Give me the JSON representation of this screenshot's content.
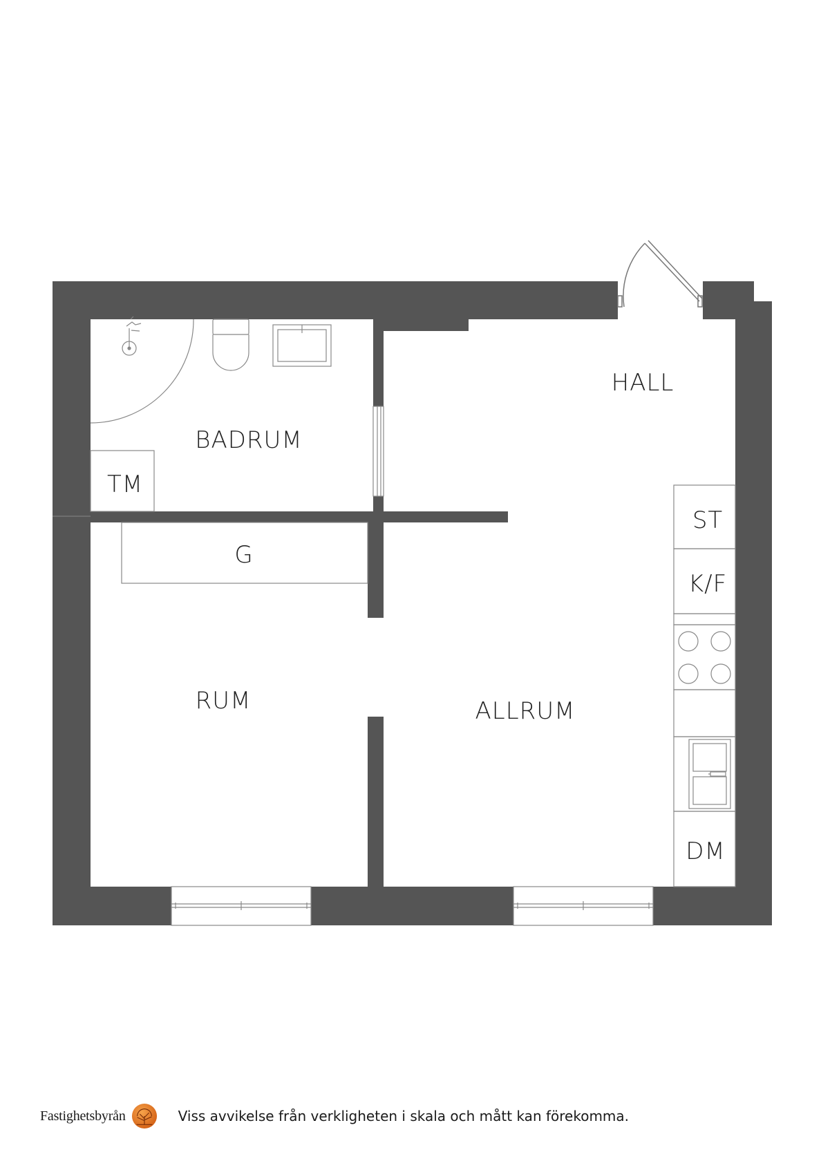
{
  "rooms": {
    "hall": "HALL",
    "badrum": "BADRUM",
    "tm": "TM",
    "g": "G",
    "rum": "RUM",
    "allrum": "ALLRUM",
    "st": "ST",
    "kf": "K/F",
    "dm": "DM"
  },
  "footer": {
    "brand": "Fastighetsbyrån",
    "disclaimer": "Viss avvikelse från verkligheten i skala och mått kan förekomma."
  },
  "colors": {
    "wall": "#555555",
    "line": "#888888",
    "text": "#222222",
    "logo": "#e2731e"
  },
  "icons": {
    "logo": "tree-logo-icon"
  }
}
